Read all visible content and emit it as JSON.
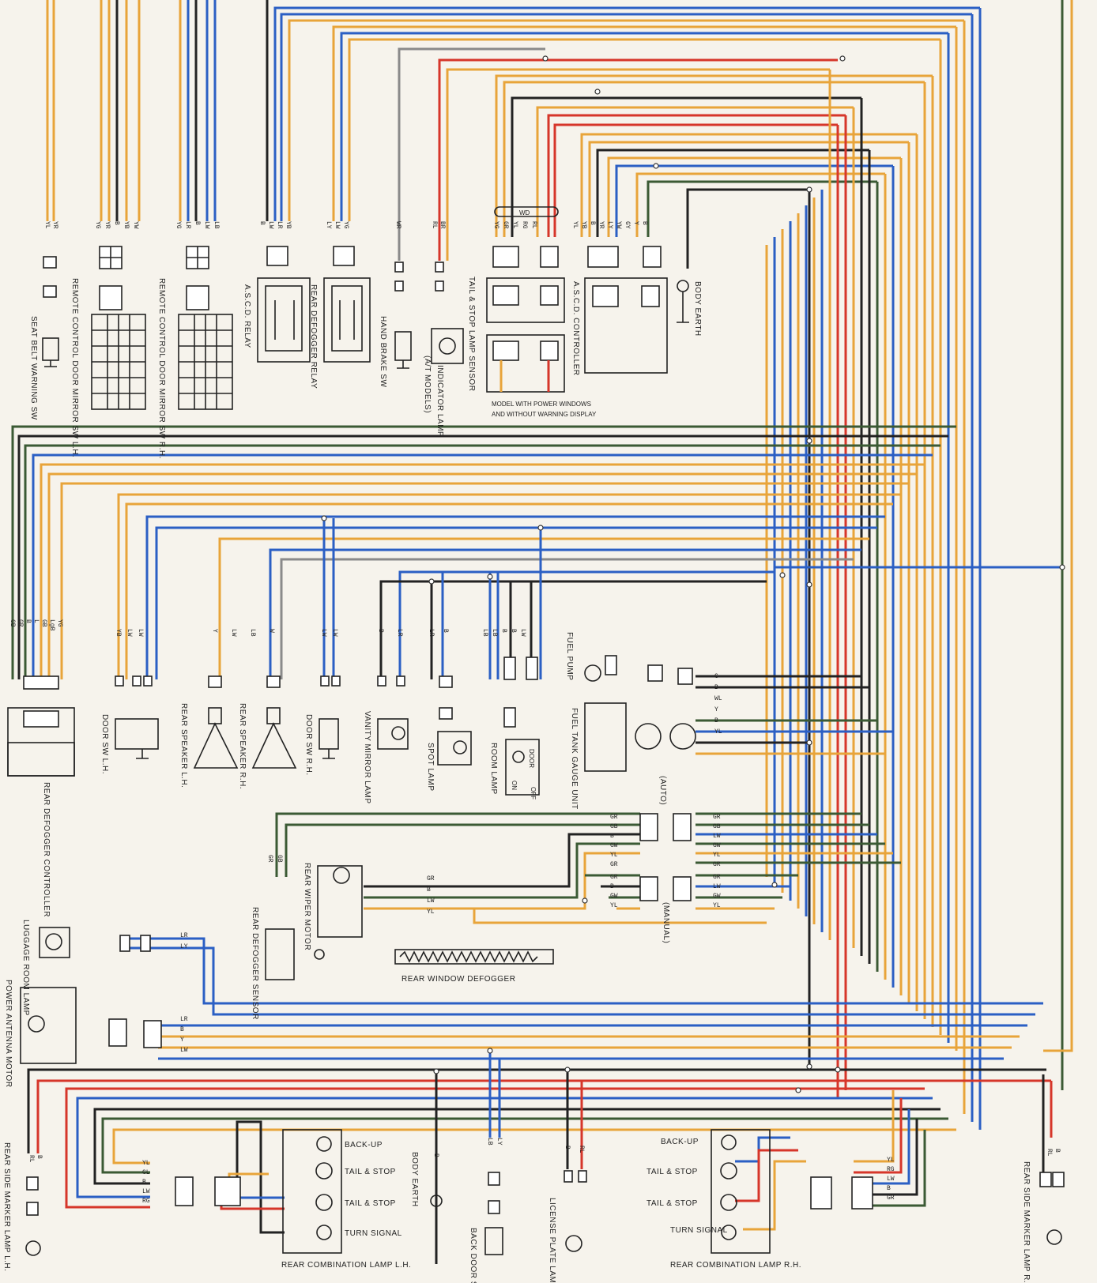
{
  "colors": {
    "orange": "#e8a43a",
    "blue": "#2b5fc4",
    "green": "#3b5a34",
    "black": "#222222",
    "red": "#d6362a",
    "gray": "#8a8a8a",
    "paper": "#f6f3ec"
  },
  "labels": {
    "seat_belt": "SEAT BELT WARNING SW",
    "mirror_lh": "REMOTE CONTROL DOOR MIRROR SW L.H.",
    "mirror_rh": "REMOTE CONTROL DOOR MIRROR SW R.H.",
    "ascd_relay": "A.S.C.D. RELAY",
    "rear_defog_relay": "REAR DEFOGGER RELAY",
    "hand_brake": "HAND BRAKE SW",
    "at_models": "(A/T MODELS)",
    "indicator_lamp": "INDICATOR LAMP",
    "tail_stop_sensor": "TAIL & STOP LAMP SENSOR",
    "ascd_controller": "A.S.C.D. CONTROLLER",
    "body_earth_top": "BODY EARTH",
    "model_note_1": "MODEL WITH POWER WINDOWS",
    "model_note_2": "AND WITHOUT WARNING DISPLAY",
    "rear_defog_controller": "REAR DEFOGGER CONTROLLER",
    "door_sw_lh": "DOOR SW L.H.",
    "speaker_lh": "REAR SPEAKER L.H.",
    "speaker_rh": "REAR SPEAKER R.H.",
    "door_sw_rh": "DOOR SW R.H.",
    "vanity_lamp": "VANITY MIRROR LAMP",
    "spot_lamp": "SPOT LAMP",
    "room_lamp": "ROOM LAMP",
    "fuel_pump": "FUEL PUMP",
    "fuel_gauge": "FUEL TANK GAUGE UNIT",
    "auto": "(AUTO)",
    "manual": "(MANUAL)",
    "door": "DOOR",
    "on": "ON",
    "off": "OFF",
    "rear_wiper": "REAR WIPER MOTOR",
    "rear_defog_sensor": "REAR DEFOGGER SENSOR",
    "rear_window_defogger": "REAR WINDOW DEFOGGER",
    "luggage_lamp": "LUGGAGE ROOM LAMP",
    "power_antenna": "POWER ANTENNA MOTOR",
    "back_up": "BACK-UP",
    "tail_stop": "TAIL & STOP",
    "turn_signal": "TURN SIGNAL",
    "rear_combo_lh": "REAR COMBINATION LAMP L.H.",
    "rear_combo_rh": "REAR COMBINATION LAMP R.H.",
    "body_earth_bottom": "BODY EARTH",
    "back_door_sw": "BACK DOOR SW",
    "license_lamp": "LICENSE PLATE LAMP",
    "side_marker_lh": "REAR SIDE MARKER LAMP L.H.",
    "side_marker_rh": "REAR SIDE MARKER LAMP R.H.",
    "wd": "WD"
  },
  "wire_codes": {
    "seat": [
      "YL",
      "YR"
    ],
    "mirror_lh": [
      "YG",
      "YR",
      "B",
      "YB",
      "YW"
    ],
    "mirror_rh": [
      "YG",
      "LR",
      "B",
      "LW",
      "LB"
    ],
    "ascd_relay": [
      "B",
      "LW",
      "LR",
      "YB"
    ],
    "defog_relay": [
      "LY",
      "LW",
      "YG"
    ],
    "hand_brake": [
      "WR"
    ],
    "indicator": [
      "RL",
      "BR"
    ],
    "tail_sensor": [
      "YG",
      "GR",
      "YL",
      "RG",
      "RL"
    ],
    "ascd_ctrl": [
      "YL",
      "YB",
      "B",
      "YR",
      "LY",
      "YW",
      "GY",
      "Y",
      "B"
    ],
    "defog_ctrl": [
      "GB",
      "GR",
      "B",
      "L",
      "GB",
      "LgB",
      "YG"
    ],
    "door_lh": [
      "YB",
      "LW",
      "LW"
    ],
    "speakers": [
      "Y",
      "LW",
      "LB",
      "W"
    ],
    "door_rh": [
      "LW",
      "LW"
    ],
    "vanity": [
      "B",
      "LR"
    ],
    "spot": [
      "LR",
      "B"
    ],
    "room": [
      "LB",
      "LB",
      "B",
      "B",
      "LW"
    ],
    "fuel_right": [
      "G",
      "B",
      "WL",
      "Y",
      "B",
      "YL"
    ],
    "auto_left": [
      "GR",
      "GB",
      "B",
      "GW",
      "YL",
      "GR"
    ],
    "auto_right": [
      "GR",
      "GB",
      "LW",
      "GW",
      "YL",
      "GR"
    ],
    "manual_left": [
      "GR",
      "B",
      "GW",
      "YL"
    ],
    "manual_right": [
      "GR",
      "LW",
      "GW",
      "YL"
    ],
    "wiper": [
      "GR",
      "B",
      "LW",
      "YL"
    ],
    "sensor": [
      "GR",
      "GB"
    ],
    "luggage": [
      "LR",
      "LY"
    ],
    "antenna": [
      "LR",
      "B",
      "Y",
      "LW"
    ],
    "combo_lh": [
      "YL",
      "GL",
      "B",
      "LW",
      "RG"
    ],
    "combo_rh": [
      "YL",
      "RG",
      "LW",
      "B",
      "GR"
    ],
    "side_lh": [
      "RL",
      "B"
    ],
    "side_rh": [
      "RL",
      "B"
    ],
    "back_door": [
      "LB",
      "LY"
    ],
    "license": [
      "B",
      "RL"
    ],
    "body_earth_bottom": [
      "B"
    ]
  }
}
